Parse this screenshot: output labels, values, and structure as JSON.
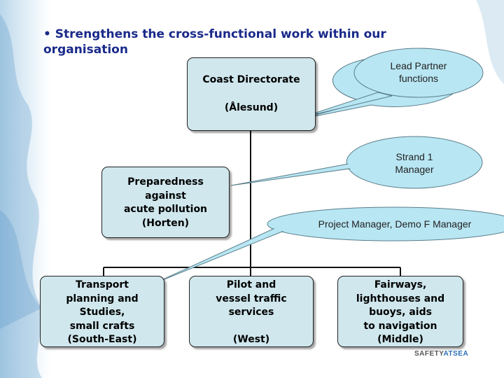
{
  "title": {
    "line1": "• Strengthens the cross-functional work within our",
    "line2": "organisation"
  },
  "boxes": {
    "coast_directorate": {
      "line1": "Coast Directorate",
      "line2": "(Ålesund)"
    },
    "preparedness": {
      "lines": [
        "Preparedness",
        "against",
        "acute pollution",
        "(Horten)"
      ]
    },
    "transport": {
      "lines": [
        "Transport",
        "planning and",
        "Studies,",
        "small crafts",
        "(South-East)"
      ]
    },
    "pilot": {
      "lines": [
        "Pilot and",
        "vessel traffic",
        "services",
        "",
        "(West)"
      ]
    },
    "fairways": {
      "lines": [
        "Fairways,",
        "lighthouses and",
        "buoys, aids",
        "to navigation",
        "(Middle)"
      ]
    }
  },
  "callouts": {
    "lead_partner": {
      "line1": "Lead Partner",
      "line2": "functions"
    },
    "strand": {
      "line1": "Strand 1",
      "line2": "Manager"
    },
    "project": {
      "text": "Project Manager, Demo F Manager"
    }
  },
  "logo": {
    "part1": "SAFETY",
    "part2": "ATSEA"
  },
  "colors": {
    "box_fill": "#cfe7ed",
    "callout_fill": "#b8e6f3",
    "title": "#1a2a8a"
  }
}
